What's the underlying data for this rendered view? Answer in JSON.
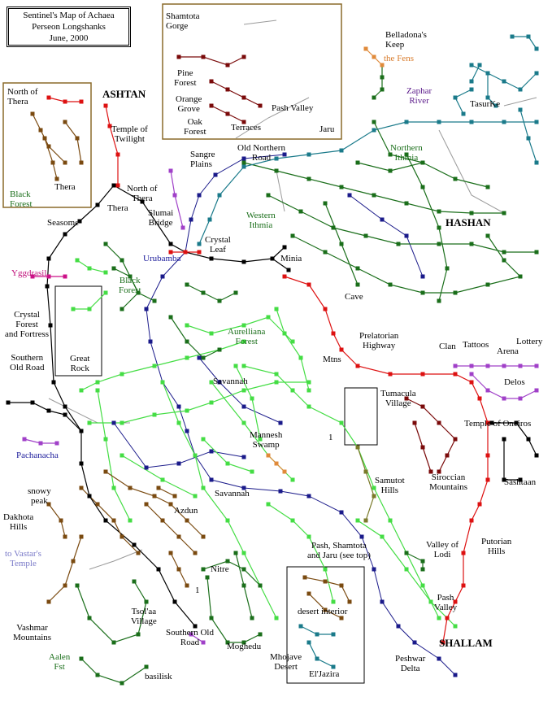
{
  "title_block": {
    "line1": "Sentinel's Map of Achaea",
    "line2": "Perseon Longshanks",
    "line3": "June, 2000"
  },
  "colors": {
    "black_route": "#000000",
    "navy_route": "#1a1a8a",
    "bright_green": "#44dd44",
    "dark_green": "#1a6e1a",
    "brown": "#7a4a10",
    "dark_red": "#7a0a0a",
    "red": "#dd1111",
    "teal": "#1a7a8a",
    "orange": "#e08a3a",
    "magenta": "#cc1188",
    "purple_violet": "#8a3acc",
    "olive": "#7a7a2a",
    "gray": "#9a9a9a",
    "frame_brown": "#8a6a2a"
  },
  "labels": {
    "shamtota_gorge": "Shamtota\nGorge",
    "pine_forest": "Pine\nForest",
    "orange_grove": "Orange\nGrove",
    "oak_forest": "Oak\nForest",
    "terraces": "Terraces",
    "pash_valley_top": "Pash Valley",
    "jaru": "Jaru",
    "belladonas_keep": "Belladona's\nKeep",
    "the_fens": "the Fens",
    "zaphar_river": "Zaphar\nRiver",
    "tasurke": "TasurKe",
    "north_of_thera_inset": "North of\nThera",
    "thera_inset": "Thera",
    "black_forest_inset": "Black\nForest",
    "ashtan": "ASHTAN",
    "temple_of_twilight": "Temple of\nTwilight",
    "sangre_plains": "Sangre\nPlains",
    "old_northern_road": "Old Northern\nRoad",
    "northern_ithmia": "Northern\nIthmia",
    "north_of_thera": "North of\nThera",
    "thera": "Thera",
    "seasome": "Seasome",
    "slumai_bridge": "Slumai\nBridge",
    "western_ithmia": "Western\nIthmia",
    "hashan": "HASHAN",
    "crystal_leaf": "Crystal\nLeaf",
    "urubamba": "Urubamba",
    "minia": "Minia",
    "yggdrasil": "Yggdrasil",
    "black_forest": "Black\nForest",
    "cave": "Cave",
    "crystal_forest": "Crystal\nForest\nand Fortress",
    "aurelliana_forest": "Aurelliana\nForest",
    "prelatorian_highway": "Prelatorian\nHighway",
    "clan": "Clan",
    "tattoos": "Tattoos",
    "arena": "Arena",
    "lottery": "Lottery",
    "southern_old_road": "Southern\nOld Road",
    "great_rock": "Great\nRock",
    "mtns": "Mtns",
    "delos": "Delos",
    "savannah_top": "Savannah",
    "tumacula_village": "Tumacula\nVillage",
    "temple_of_oneiros": "Temple of Oneiros",
    "mannesh_swamp": "Mannesh\nSwamp",
    "marker_1_top": "1",
    "pachanacha": "Pachanacha",
    "sashtaan": "Sashtaan",
    "siroccian_mountains": "Siroccian\nMountains",
    "samutot_hills": "Samutot\nHills",
    "snowy_peak": "snowy\npeak",
    "savannah_bottom": "Savannah",
    "azdun": "Azdun",
    "dakhota_hills": "Dakhota\nHills",
    "pash_shamtota_jaru": "Pash, Shamtota\nand Jaru (see top)",
    "valley_of_lodi": "Valley of\nLodi",
    "putorian_hills": "Putorian\nHills",
    "to_vastars_temple": "to Vastar's\nTemple",
    "nitre": "Nitre",
    "marker_1_bottom": "1",
    "desert_interior": "desert interior",
    "pash_valley": "Pash\nValley",
    "tsolaa_village": "Tsol'aa\nVillage",
    "vashmar_mountains": "Vashmar\nMountains",
    "southern_old_road_bottom": "Southern Old\nRoad",
    "moghedu": "Moghedu",
    "mhojave_desert": "Mhojave\nDesert",
    "shallam": "SHALLAM",
    "eljazira": "El'Jazira",
    "peshwar_delta": "Peshwar\nDelta",
    "aalen_fst": "Aalen\nFst",
    "basilisk": "basilisk"
  }
}
